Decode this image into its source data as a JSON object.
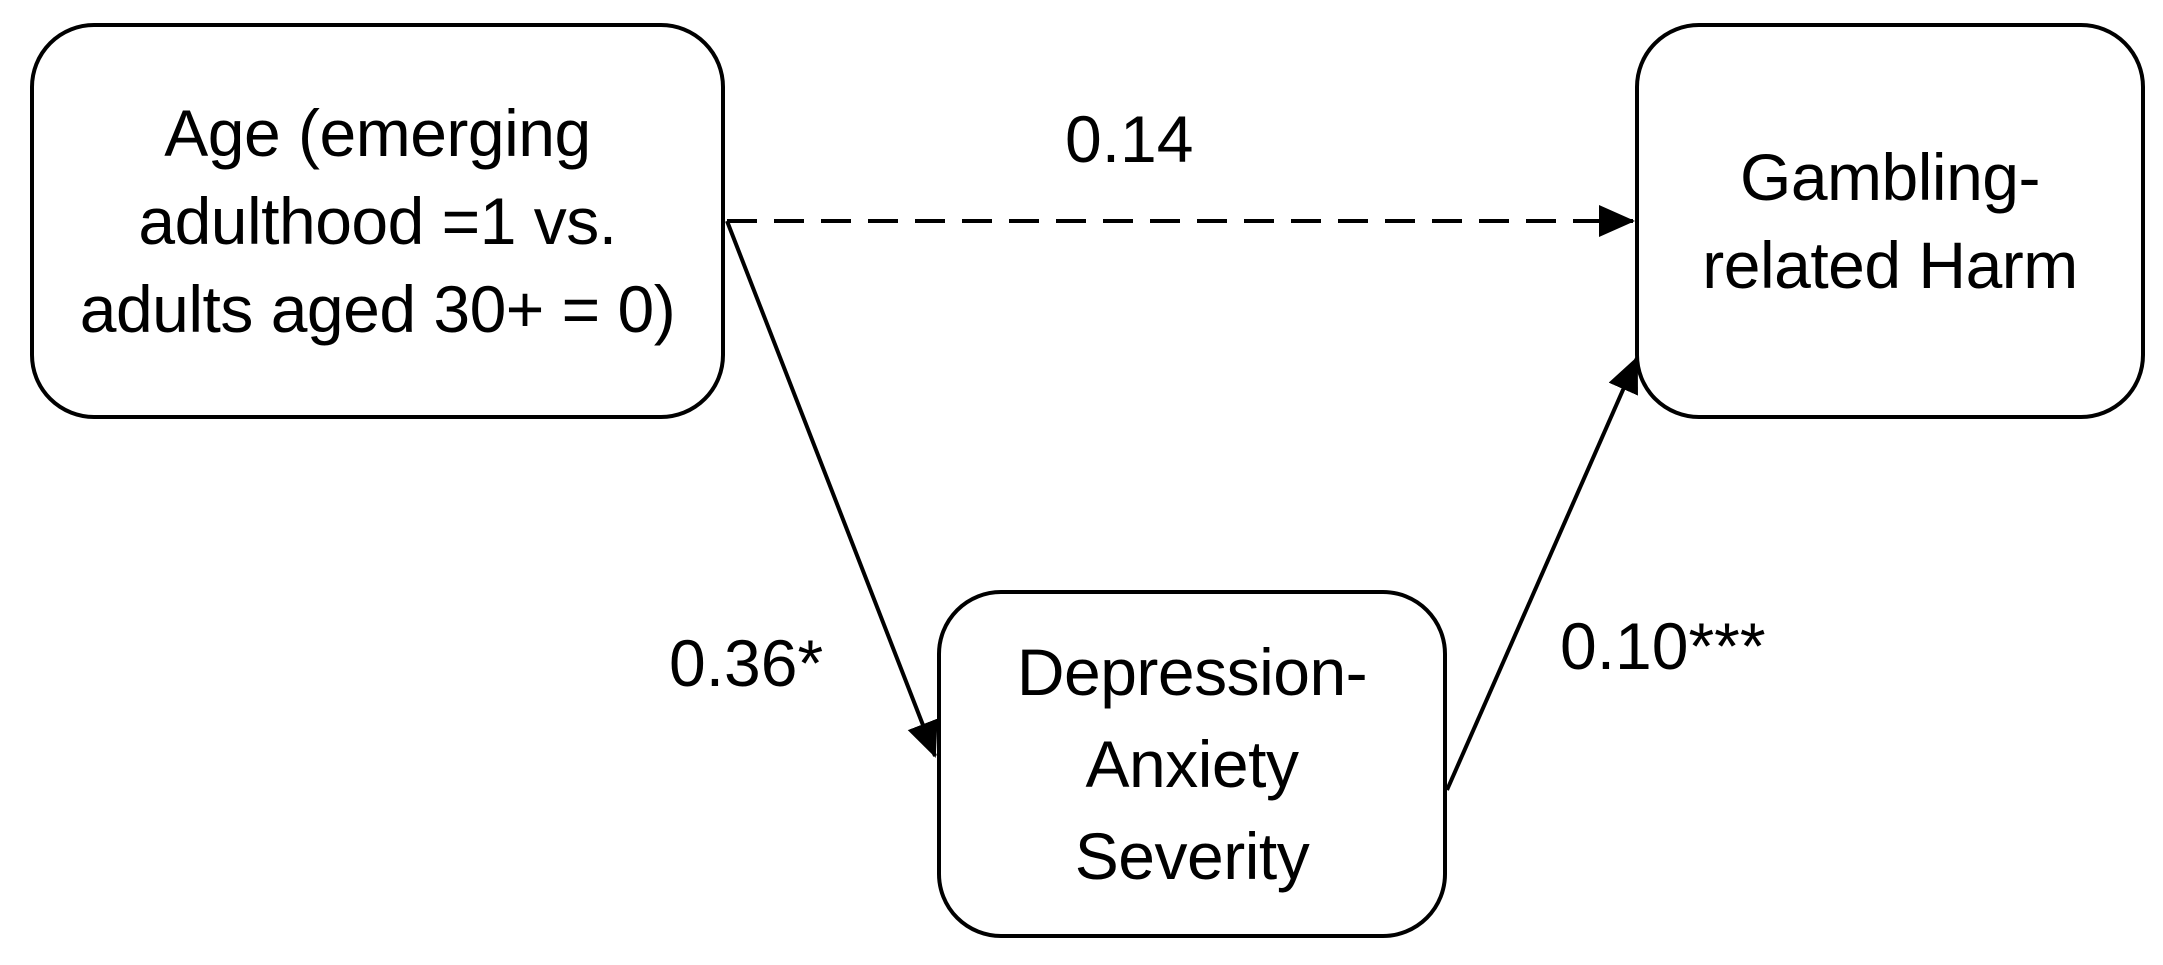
{
  "nodes": {
    "predictor": {
      "lines": [
        "Age (emerging",
        "adulthood =1 vs.",
        "adults aged 30+ = 0)"
      ]
    },
    "outcome": {
      "lines": [
        "Gambling-",
        "related Harm"
      ]
    },
    "mediator": {
      "lines": [
        "Depression-",
        "Anxiety",
        "Severity"
      ]
    }
  },
  "paths": {
    "direct": {
      "label": "0.14",
      "style": "dashed"
    },
    "a_path": {
      "label": "0.36*",
      "style": "solid"
    },
    "b_path": {
      "label": "0.10***",
      "style": "solid"
    }
  }
}
